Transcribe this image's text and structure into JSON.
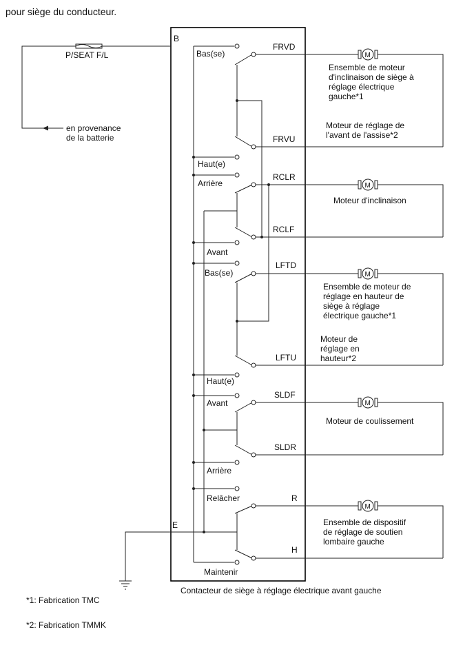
{
  "header": {
    "title": "pour siège du conducteur."
  },
  "fuse": {
    "label": "P/SEAT F/L"
  },
  "battery": {
    "line1": "en provenance",
    "line2": "de la batterie"
  },
  "terminals": {
    "b": "B",
    "e": "E"
  },
  "switch_positions": {
    "recline_down": "Bas(se)",
    "recline_up": "Haut(e)",
    "recline_rear": "Arrière",
    "recline_front": "Avant",
    "lift_down": "Bas(se)",
    "lift_up": "Haut(e)",
    "slide_front": "Avant",
    "slide_rear": "Arrière",
    "lumbar_release": "Relâcher",
    "lumbar_hold": "Maintenir"
  },
  "pins": {
    "frvd": "FRVD",
    "frvu": "FRVU",
    "rclr": "RCLR",
    "rclf": "RCLF",
    "lftd": "LFTD",
    "lftu": "LFTU",
    "sldf": "SLDF",
    "sldr": "SLDR",
    "r": "R",
    "h": "H"
  },
  "motor_symbol": "M",
  "motors": {
    "front_vertical": {
      "line1": "Ensemble de moteur",
      "line2": "d'inclinaison de siège à",
      "line3": "réglage électrique",
      "line4": "gauche*1",
      "alt1": "Moteur de réglage de",
      "alt2": "l'avant de l'assise*2"
    },
    "recline": {
      "line1": "Moteur d'inclinaison"
    },
    "lifter": {
      "line1": "Ensemble de moteur de",
      "line2": "réglage en hauteur de",
      "line3": "siège à réglage",
      "line4": "électrique gauche*1",
      "alt1": "Moteur de",
      "alt2": "réglage en",
      "alt3": "hauteur*2"
    },
    "slide": {
      "line1": "Moteur de coulissement"
    },
    "lumbar": {
      "line1": "Ensemble de dispositif",
      "line2": "de réglage de soutien",
      "line3": "lombaire gauche"
    }
  },
  "switch_caption": "Contacteur de siège à réglage électrique avant gauche",
  "footnotes": {
    "note1": "*1: Fabrication TMC",
    "note2": "*2: Fabrication TMMK"
  },
  "colors": {
    "line": "#222222",
    "text": "#111111",
    "background": "#ffffff"
  }
}
